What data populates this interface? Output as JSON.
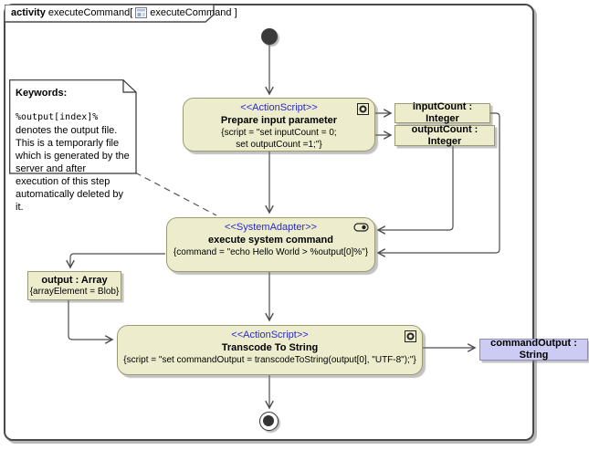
{
  "frame": {
    "title_keyword": "activity",
    "title_name": "executeCommand[",
    "title_suffix": "executeCommand ]",
    "diagram_icon": "activity-diagram-icon"
  },
  "nodes": {
    "prepare": {
      "stereotype": "<<ActionScript>>",
      "name": "Prepare input parameter",
      "detail_line1": "{script = \"set inputCount = 0;",
      "detail_line2": "set outputCount =1;\"}",
      "icon": "script-gear-icon"
    },
    "execute": {
      "stereotype": "<<SystemAdapter>>",
      "name": "execute system command",
      "detail": "{command = \"echo Hello World > %output[0]%\"}",
      "icon": "adapter-pill-icon"
    },
    "transcode": {
      "stereotype": "<<ActionScript>>",
      "name": "Transcode To String",
      "detail": "{script = \"set commandOutput = transcodeToString(output[0], \"UTF-8\");\"}",
      "icon": "script-gear-icon"
    },
    "input_count": {
      "label": "inputCount : Integer"
    },
    "output_count": {
      "label": "outputCount : Integer"
    },
    "output_array": {
      "name": "output : Array",
      "detail": "{arrayElement = Blob}"
    },
    "command_output": {
      "label": "commandOutput : String"
    }
  },
  "note": {
    "title": "Keywords:",
    "code": "%output[index]%",
    "after_code": " denotes the output file.",
    "body": "This is a temporarly file which is generated by the server and after execution of this step automatically deleted by it."
  },
  "colors": {
    "node_fill": "#EDEDCE",
    "node_border": "#9B9B73",
    "stereotype_blue": "#2A2AC4",
    "highlight_fill": "#CBCBF3",
    "highlight_border": "#8C8CBA",
    "frame_border": "#4A4A4A"
  }
}
